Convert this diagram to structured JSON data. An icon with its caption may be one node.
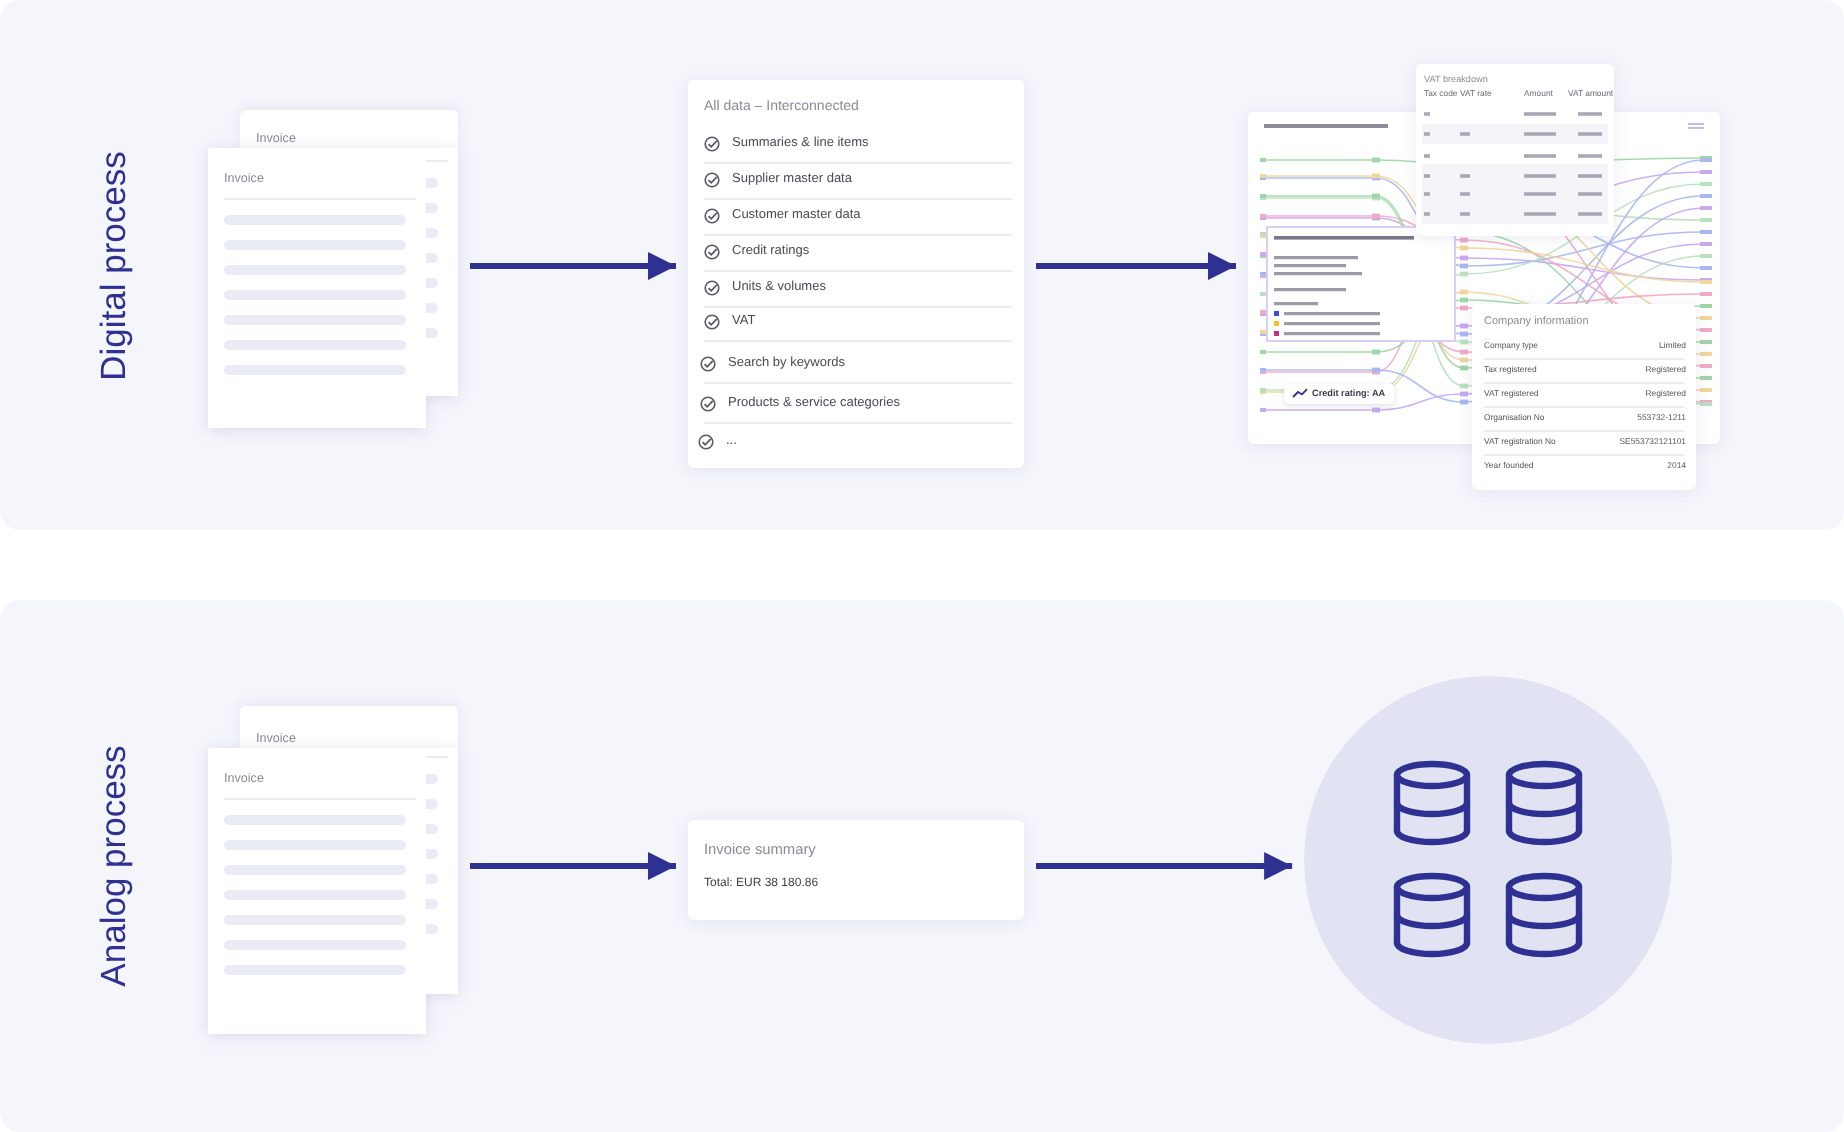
{
  "diagram": {
    "nodes": [
      {
        "text": [
          "Digital process"
        ]
      },
      {
        "text": [
          "Invoice"
        ],
        "in": 0
      },
      {
        "text": [
          "Invoice"
        ],
        "in": 0
      },
      {
        "text": [
          "All data – Interconnected",
          "Summaries & line items",
          "Supplier master data",
          "Customer master data",
          "Credit ratings",
          "Units & volumes",
          "VAT",
          "Search by keywords",
          "Products & service categories",
          "..."
        ],
        "in": 0
      },
      {
        "text": [
          "VAT breakdown",
          "Tax code",
          "VAT rate",
          "Amount",
          "VAT amount"
        ],
        "in": 0
      },
      {
        "text": [
          "Credit rating: AA"
        ],
        "in": 0
      },
      {
        "text": [
          "Company information",
          "Company type",
          "Limited",
          "Tax registered",
          "Registered",
          "VAT registered",
          "Registered",
          "Organisation No",
          "553732-1211",
          "VAT registration No",
          "SE553732121101",
          "Year founded",
          "2014"
        ],
        "in": 0
      },
      {
        "text": [
          "Analog process"
        ]
      },
      {
        "text": [
          "Invoice"
        ],
        "in": 7
      },
      {
        "text": [
          "Invoice"
        ],
        "in": 7
      },
      {
        "text": [
          "Invoice summary",
          "Total: EUR 38 180.86"
        ],
        "in": 7
      },
      {
        "text": [],
        "shape": "circle",
        "in": 7
      }
    ],
    "edges": [
      {
        "from": 2,
        "to": 3,
        "arrow": "to"
      },
      {
        "from": 3,
        "to": 5,
        "arrow": "to"
      },
      {
        "from": 9,
        "to": 10,
        "arrow": "to"
      },
      {
        "from": 10,
        "to": 11,
        "arrow": "to"
      }
    ]
  }
}
